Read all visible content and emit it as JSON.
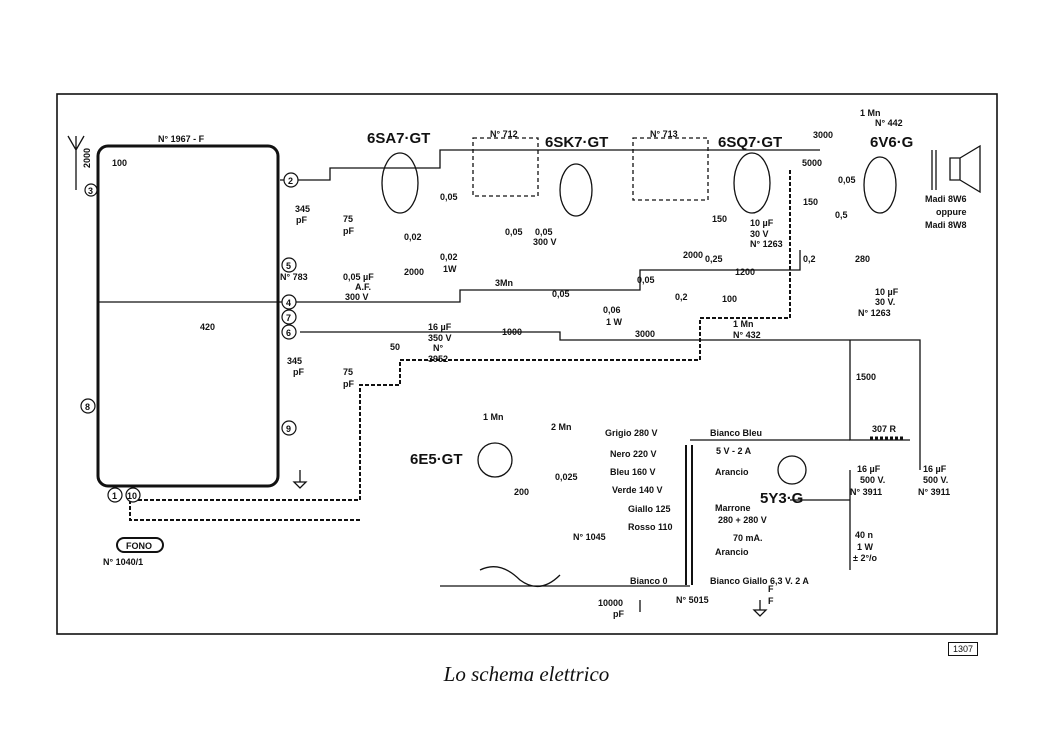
{
  "caption": "Lo schema elettrico",
  "page_number": "1307",
  "colors": {
    "ink": "#111111",
    "paper": "#ffffff"
  },
  "tubes": {
    "t1": "6SA7·GT",
    "t2": "6SK7·GT",
    "t3": "6SQ7·GT",
    "t4": "6V6·G",
    "t5": "6E5·GT",
    "t6": "5Y3·G"
  },
  "labels": {
    "coil_block": "N° 1967 - F",
    "if1": "N° 712",
    "if2": "N° 713",
    "c_3000": "3000",
    "r_1m_442": "1 Mn",
    "n442": "N° 442",
    "speaker1": "Madi 8W6",
    "speaker_or": "oppure",
    "speaker2": "Madi 8W8",
    "c100": "100",
    "c_345a": "345",
    "pf_a": "pF",
    "c_75a": "75",
    "pf_b": "pF",
    "n783": "N° 783",
    "c005af": "0,05 µF",
    "af": "A.F.",
    "v300": "300 V",
    "c420": "420",
    "c_345b": "345",
    "pf_c": "pF",
    "c_75b": "75",
    "pf_d": "pF",
    "c50": "50",
    "c16": "16 µF",
    "v350": "350 V",
    "n3952a": "N°",
    "n3952b": "3952",
    "r1000": "1000",
    "c005a": "0,05",
    "r002": "0,02",
    "r2000a": "2000",
    "r002b": "0,02",
    "w1": "1W",
    "r3m": "3Mn",
    "c005b": "0,05",
    "c005c": "0,05",
    "v300b": "300 V",
    "c005d": "0,05",
    "r006": "0,06",
    "w1b": "1 W",
    "c3000b": "3000",
    "c005e": "0,05",
    "r02": "0,2",
    "c2000": "2000",
    "c150": "150",
    "r025": "0,25",
    "c10uf": "10 µF",
    "v30": "30 V",
    "n1263a": "N° 1263",
    "r1200": "1200",
    "c100b": "100",
    "r1m432": "1 Mn",
    "n432": "N° 432",
    "c5000": "5000",
    "c005f": "0,05",
    "c150b": "150",
    "r05": "0,5",
    "r02b": "0,2",
    "r280": "280",
    "c10uf2": "10 µF",
    "v30b": "30 V.",
    "n1263b": "N° 1263",
    "r1500": "1500",
    "ind": "307 R",
    "r1mn_e5": "1 Mn",
    "r2mn": "2 Mn",
    "c0025": "0,025",
    "r200": "200",
    "grigio": "Grigio  280 V",
    "nero": "Nero  220 V",
    "bleu": "Bleu  160 V",
    "verde": "Verde 140 V",
    "giallo": "Giallo 125",
    "rosso": "Rosso 110",
    "n1045": "N° 1045",
    "bianco_bleu": "Bianco Bleu",
    "v5": "5 V - 2 A",
    "arancio": "Arancio",
    "marrone": "Marrone",
    "ht": "280 + 280 V",
    "ma70": "70 mA.",
    "arancio2": "Arancio",
    "bianco0": "Bianco  0",
    "bianco_giallo": "Bianco Giallo 6,3 V. 2 A",
    "n5015": "N° 5015",
    "c10000": "10000",
    "pf_e": "pF",
    "c16b": "16 µF",
    "v500": "500 V.",
    "n3911": "N° 3911",
    "c16c": "16 µF",
    "v500b": "500 V.",
    "n3911b": "N° 3911",
    "r40": "40 n",
    "w1c": "1 W",
    "pct": "± 2°/o",
    "fono": "FONO",
    "n1040": "N° 1040/1",
    "c2000ant": "2000",
    "f1": "F",
    "f2": "F",
    "t1": "1",
    "t10": "10",
    "t2": "2",
    "t3": "3",
    "t4": "4",
    "t5": "5",
    "t6": "6",
    "t7": "7",
    "t8": "8",
    "t9": "9"
  }
}
